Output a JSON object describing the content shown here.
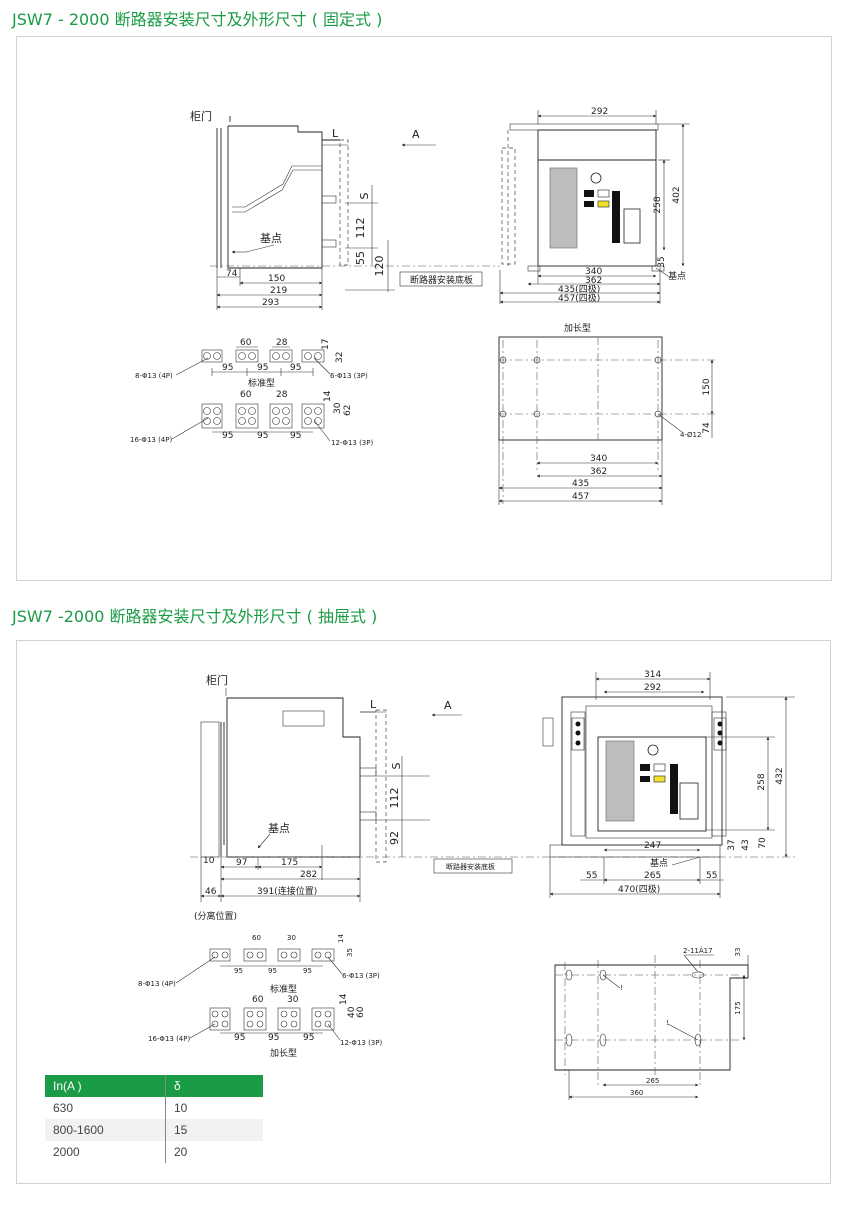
{
  "sections": [
    {
      "title": "JSW7 - 2000 断路器安装尺寸及外形尺寸 ( 固定式 )",
      "labels": {
        "door": "柜门",
        "datum": "基点",
        "view_a": "A",
        "dim_l": "L",
        "dim_s": "S",
        "plate": "断路器安装底板",
        "datum_right": "基点",
        "long_type": "加长型",
        "standard_type": "标准型"
      },
      "side_dims": [
        "74",
        "150",
        "219",
        "293",
        "112",
        "55",
        "120"
      ],
      "front_dims": [
        "292",
        "340",
        "362",
        "435(四极)",
        "457(四极)",
        "402",
        "258",
        "35"
      ],
      "holes": {
        "std_4p": "8-Φ13 (4P)",
        "std_3p": "6-Φ13 (3P)",
        "long_4p": "16-Φ13 (4P)",
        "long_3p": "12-Φ13 (3P)",
        "top_60": "60",
        "top_28": "28",
        "d17": "17",
        "d32": "32",
        "d14": "14",
        "d30": "30",
        "d62": "62",
        "pitch": "95"
      },
      "mount": {
        "dims": [
          "340",
          "362",
          "435",
          "457",
          "150",
          "74"
        ],
        "hole": "4-Ø12"
      }
    },
    {
      "title": "JSW7 -2000 断路器安装尺寸及外形尺寸 ( 抽屉式 )",
      "labels": {
        "door": "柜门",
        "datum": "基点",
        "view_a": "A",
        "dim_l": "L",
        "dim_s": "S",
        "plate": "断路器安装底板",
        "datum_right": "基点",
        "separate": "(分离位置)",
        "standard_type": "标准型",
        "long_type": "加长型"
      },
      "side_dims": [
        "10",
        "97",
        "175",
        "282",
        "46",
        "391(连接位置)",
        "112",
        "92"
      ],
      "front_dims": [
        "314",
        "292",
        "258",
        "432",
        "247",
        "265",
        "55",
        "55",
        "470(四极)",
        "37",
        "43",
        "70"
      ],
      "holes": {
        "std_4p": "8-Φ13 (4P)",
        "std_3p": "6-Φ13 (3P)",
        "long_4p": "16-Φ13 (4P)",
        "long_3p": "12-Φ13 (3P)",
        "top_60": "60",
        "top_30": "30",
        "d14": "14",
        "d35": "35",
        "d40": "40",
        "d60": "60",
        "pitch": "95"
      },
      "mount": {
        "hole": "2-11Á17",
        "dims": [
          "33",
          "175",
          "265",
          "360"
        ],
        "mark": "!"
      }
    }
  ],
  "table": {
    "headers": [
      "In(A )",
      "δ"
    ],
    "rows": [
      [
        "630",
        "10"
      ],
      [
        "800-1600",
        "15"
      ],
      [
        "2000",
        "20"
      ]
    ]
  },
  "colors": {
    "accent": "#1a9b45",
    "panel_border": "#cfd3d6",
    "button_gray": "#bdbdbd",
    "yellow": "#f2e12b"
  }
}
